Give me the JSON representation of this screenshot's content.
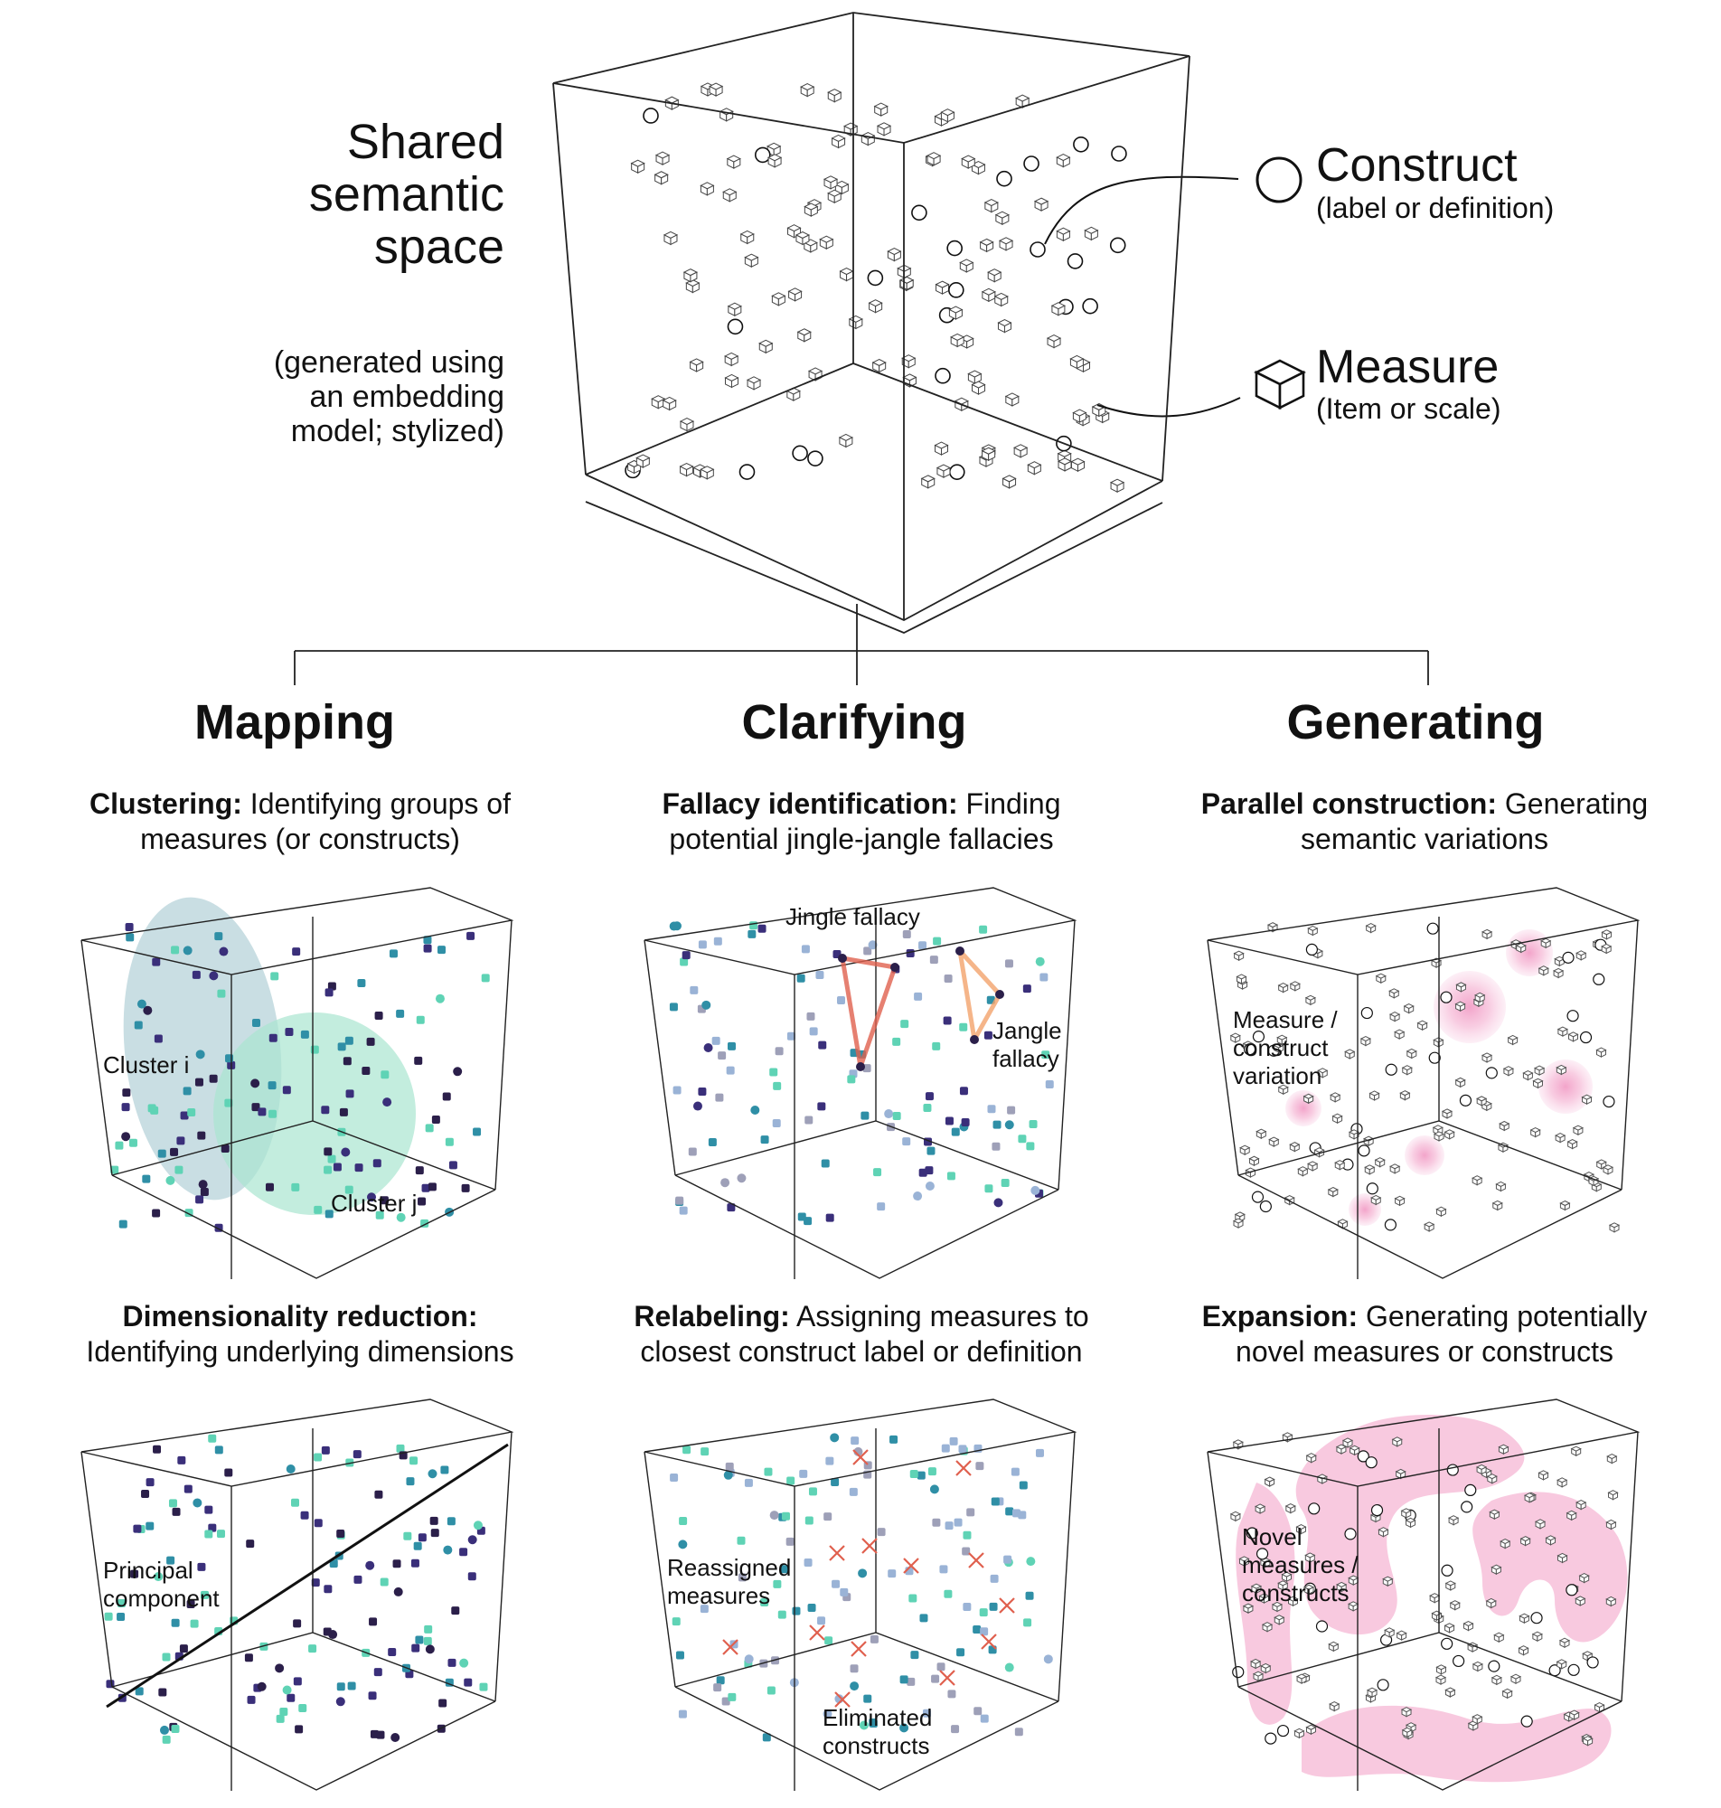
{
  "overview": {
    "title_lines": [
      "Shared",
      "semantic",
      "space"
    ],
    "note_lines": [
      "(generated using",
      "an embedding",
      "model; stylized)"
    ],
    "legend": {
      "construct": {
        "label": "Construct",
        "sub": "(label or definition)",
        "icon": "circle-icon"
      },
      "measure": {
        "label": "Measure",
        "sub": "(Item or scale)",
        "icon": "cube-icon"
      }
    }
  },
  "columns": [
    {
      "title": "Mapping",
      "panels": [
        {
          "bold": "Clustering:",
          "text_line1": " Identifying groups of",
          "text_line2": "measures (or constructs)",
          "labels": [
            "Cluster i",
            "Cluster j"
          ]
        },
        {
          "bold": "Dimensionality reduction:",
          "text_line1": "",
          "text_line2": "Identifying underlying dimensions",
          "labels": [
            "Principal",
            "component"
          ]
        }
      ]
    },
    {
      "title": "Clarifying",
      "panels": [
        {
          "bold": "Fallacy identification:",
          "text_line1": " Finding",
          "text_line2": "potential jingle-jangle fallacies",
          "labels": [
            "Jingle fallacy",
            "Jangle",
            "fallacy"
          ]
        },
        {
          "bold": "Relabeling:",
          "text_line1": " Assigning measures to",
          "text_line2": "closest construct label or definition",
          "labels": [
            "Reassigned",
            "measures",
            "Eliminated",
            "constructs"
          ]
        }
      ]
    },
    {
      "title": "Generating",
      "panels": [
        {
          "bold": "Parallel construction:",
          "text_line1": " Generating",
          "text_line2": "semantic variations",
          "labels": [
            "Measure /",
            "construct",
            "variation"
          ]
        },
        {
          "bold": "Expansion:",
          "text_line1": " Generating potentially",
          "text_line2": "novel measures or constructs",
          "labels": [
            "Novel",
            "measures /",
            "constructs"
          ]
        }
      ]
    }
  ],
  "colors": {
    "edge": "#222222",
    "cluster_i": "#b7d3d9",
    "cluster_j": "#a9e5d0",
    "jingle": "#e0604e",
    "jangle": "#f2a26b",
    "pink": "#f7bfd9",
    "dark": "#2b1f4a",
    "navy": "#3a2f7a",
    "teal": "#2f8fa6",
    "mint": "#5fd3b5",
    "lightblue": "#9ab3d6",
    "gray": "#9ea0b8"
  }
}
